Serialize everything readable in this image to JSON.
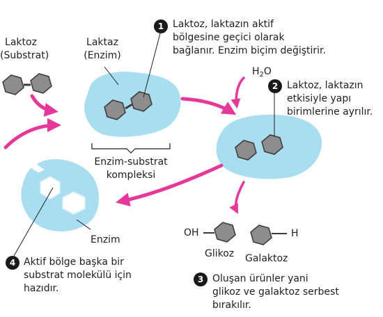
{
  "colors": {
    "enzyme_fill": "#a9def0",
    "arrow": "#e6379b",
    "hexagon": "#8d8d8d",
    "hexagon_edge": "#3a3a3a",
    "badge": "#1a1a1a"
  },
  "labels": {
    "lactose_substrate": [
      "Laktoz",
      "(Substrat)"
    ],
    "lactase_enzyme": [
      "Laktaz",
      "(Enzim)"
    ],
    "complex": [
      "Enzim-substrat",
      "kompleksi"
    ],
    "enzyme": "Enzim",
    "water_h": "H",
    "water_sub": "2",
    "water_o": "O",
    "oh": "OH",
    "h": "H",
    "glucose": "Glikoz",
    "galactose": "Galaktoz"
  },
  "steps": [
    {
      "number": "1",
      "lines": [
        "Laktoz, laktazın aktif",
        "bölgesine geçici olarak",
        "bağlanır. Enzim biçim değiştirir."
      ]
    },
    {
      "number": "2",
      "lines": [
        "Laktoz, laktazın",
        "etkisiyle yapı",
        "birimlerine ayrılır."
      ]
    },
    {
      "number": "3",
      "lines": [
        "Oluşan ürünler yani",
        "glikoz ve galaktoz serbest",
        "bırakılır."
      ]
    },
    {
      "number": "4",
      "lines": [
        "Aktif bölge başka bir",
        "substrat molekülü için",
        "hazıdır."
      ]
    }
  ]
}
